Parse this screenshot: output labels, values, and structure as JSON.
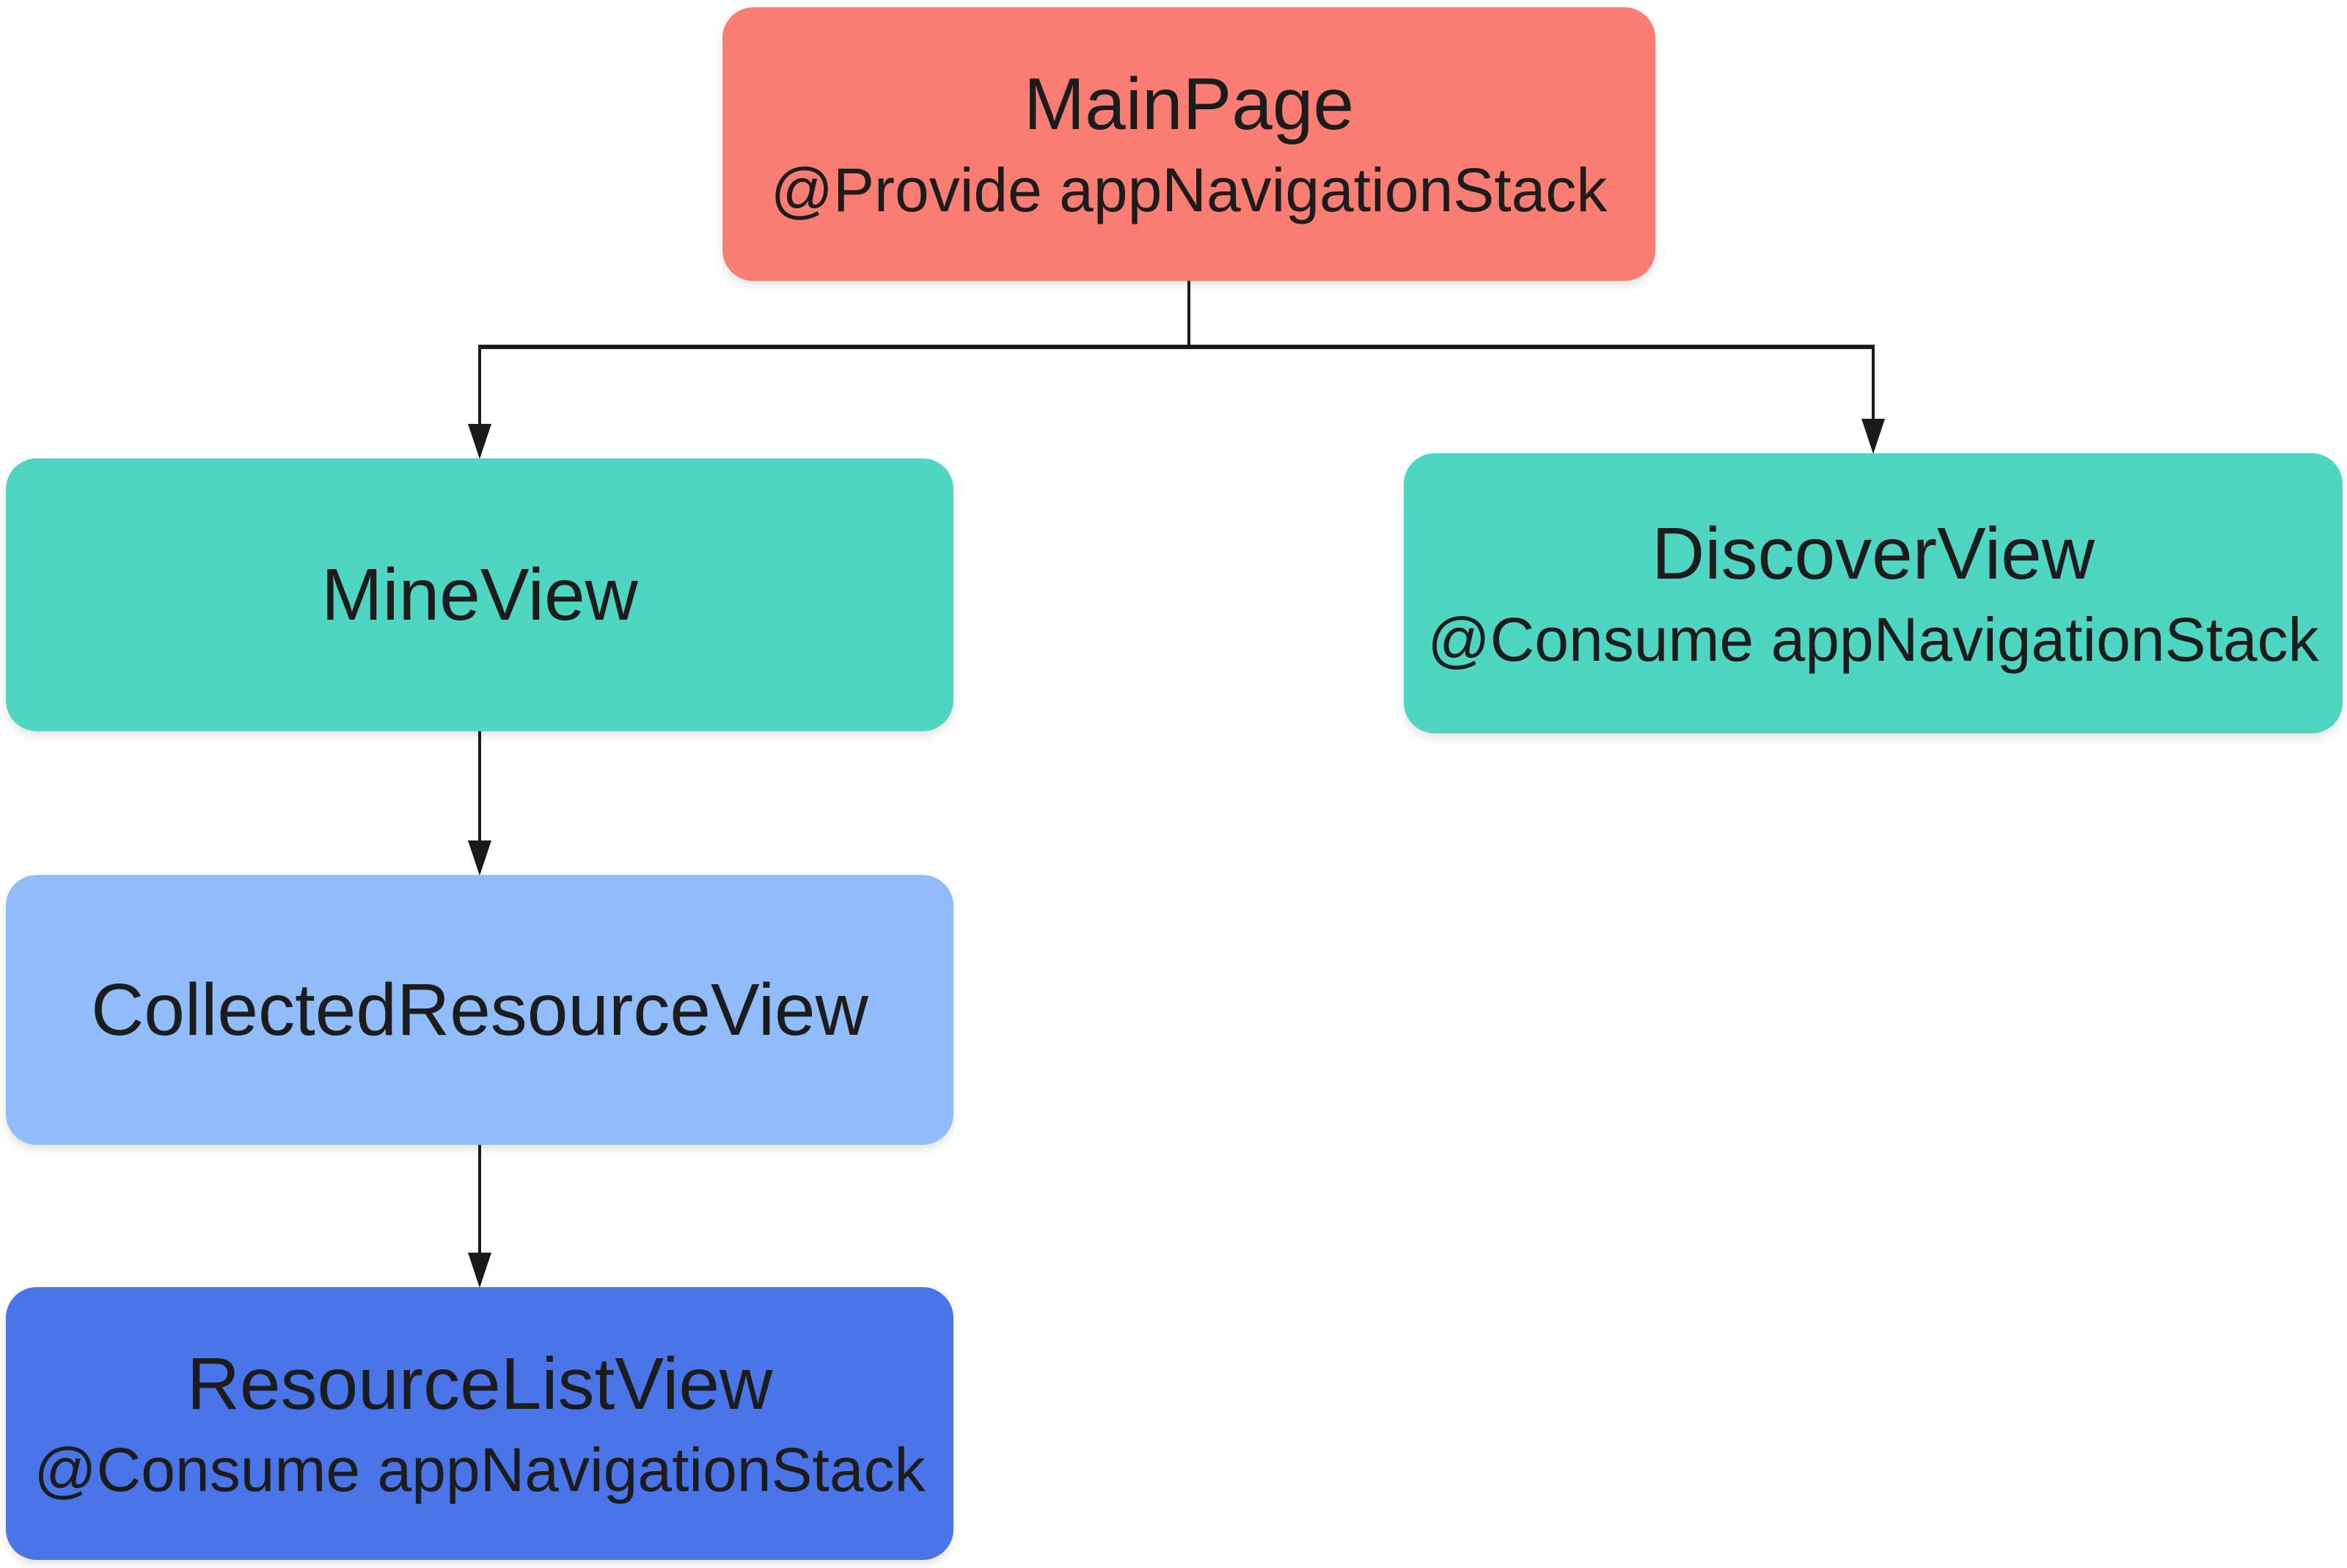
{
  "diagram": {
    "description": "Navigation stack provide/consume hierarchy diagram",
    "background_color": "#ffffff",
    "line_color": "#1a1a1a",
    "text_color": "#1c1c1c",
    "nodes": {
      "main_page": {
        "title": "MainPage",
        "subtitle": "@Provide appNavigationStack",
        "color": "#F97D72"
      },
      "mine_view": {
        "title": "MineView",
        "color": "#4ED6C3"
      },
      "discover_view": {
        "title": "DiscoverView",
        "subtitle": "@Consume appNavigationStack",
        "color": "#4ED6C3"
      },
      "collected_resource_view": {
        "title": "CollectedResourceView",
        "color": "#90BDFA"
      },
      "resource_list_view": {
        "title": "ResourceListView",
        "subtitle": "@Consume appNavigationStack",
        "color": "#4A75E9"
      }
    },
    "edges": [
      {
        "from": "MainPage",
        "to": "MineView"
      },
      {
        "from": "MainPage",
        "to": "DiscoverView"
      },
      {
        "from": "MineView",
        "to": "CollectedResourceView"
      },
      {
        "from": "CollectedResourceView",
        "to": "ResourceListView"
      }
    ]
  }
}
